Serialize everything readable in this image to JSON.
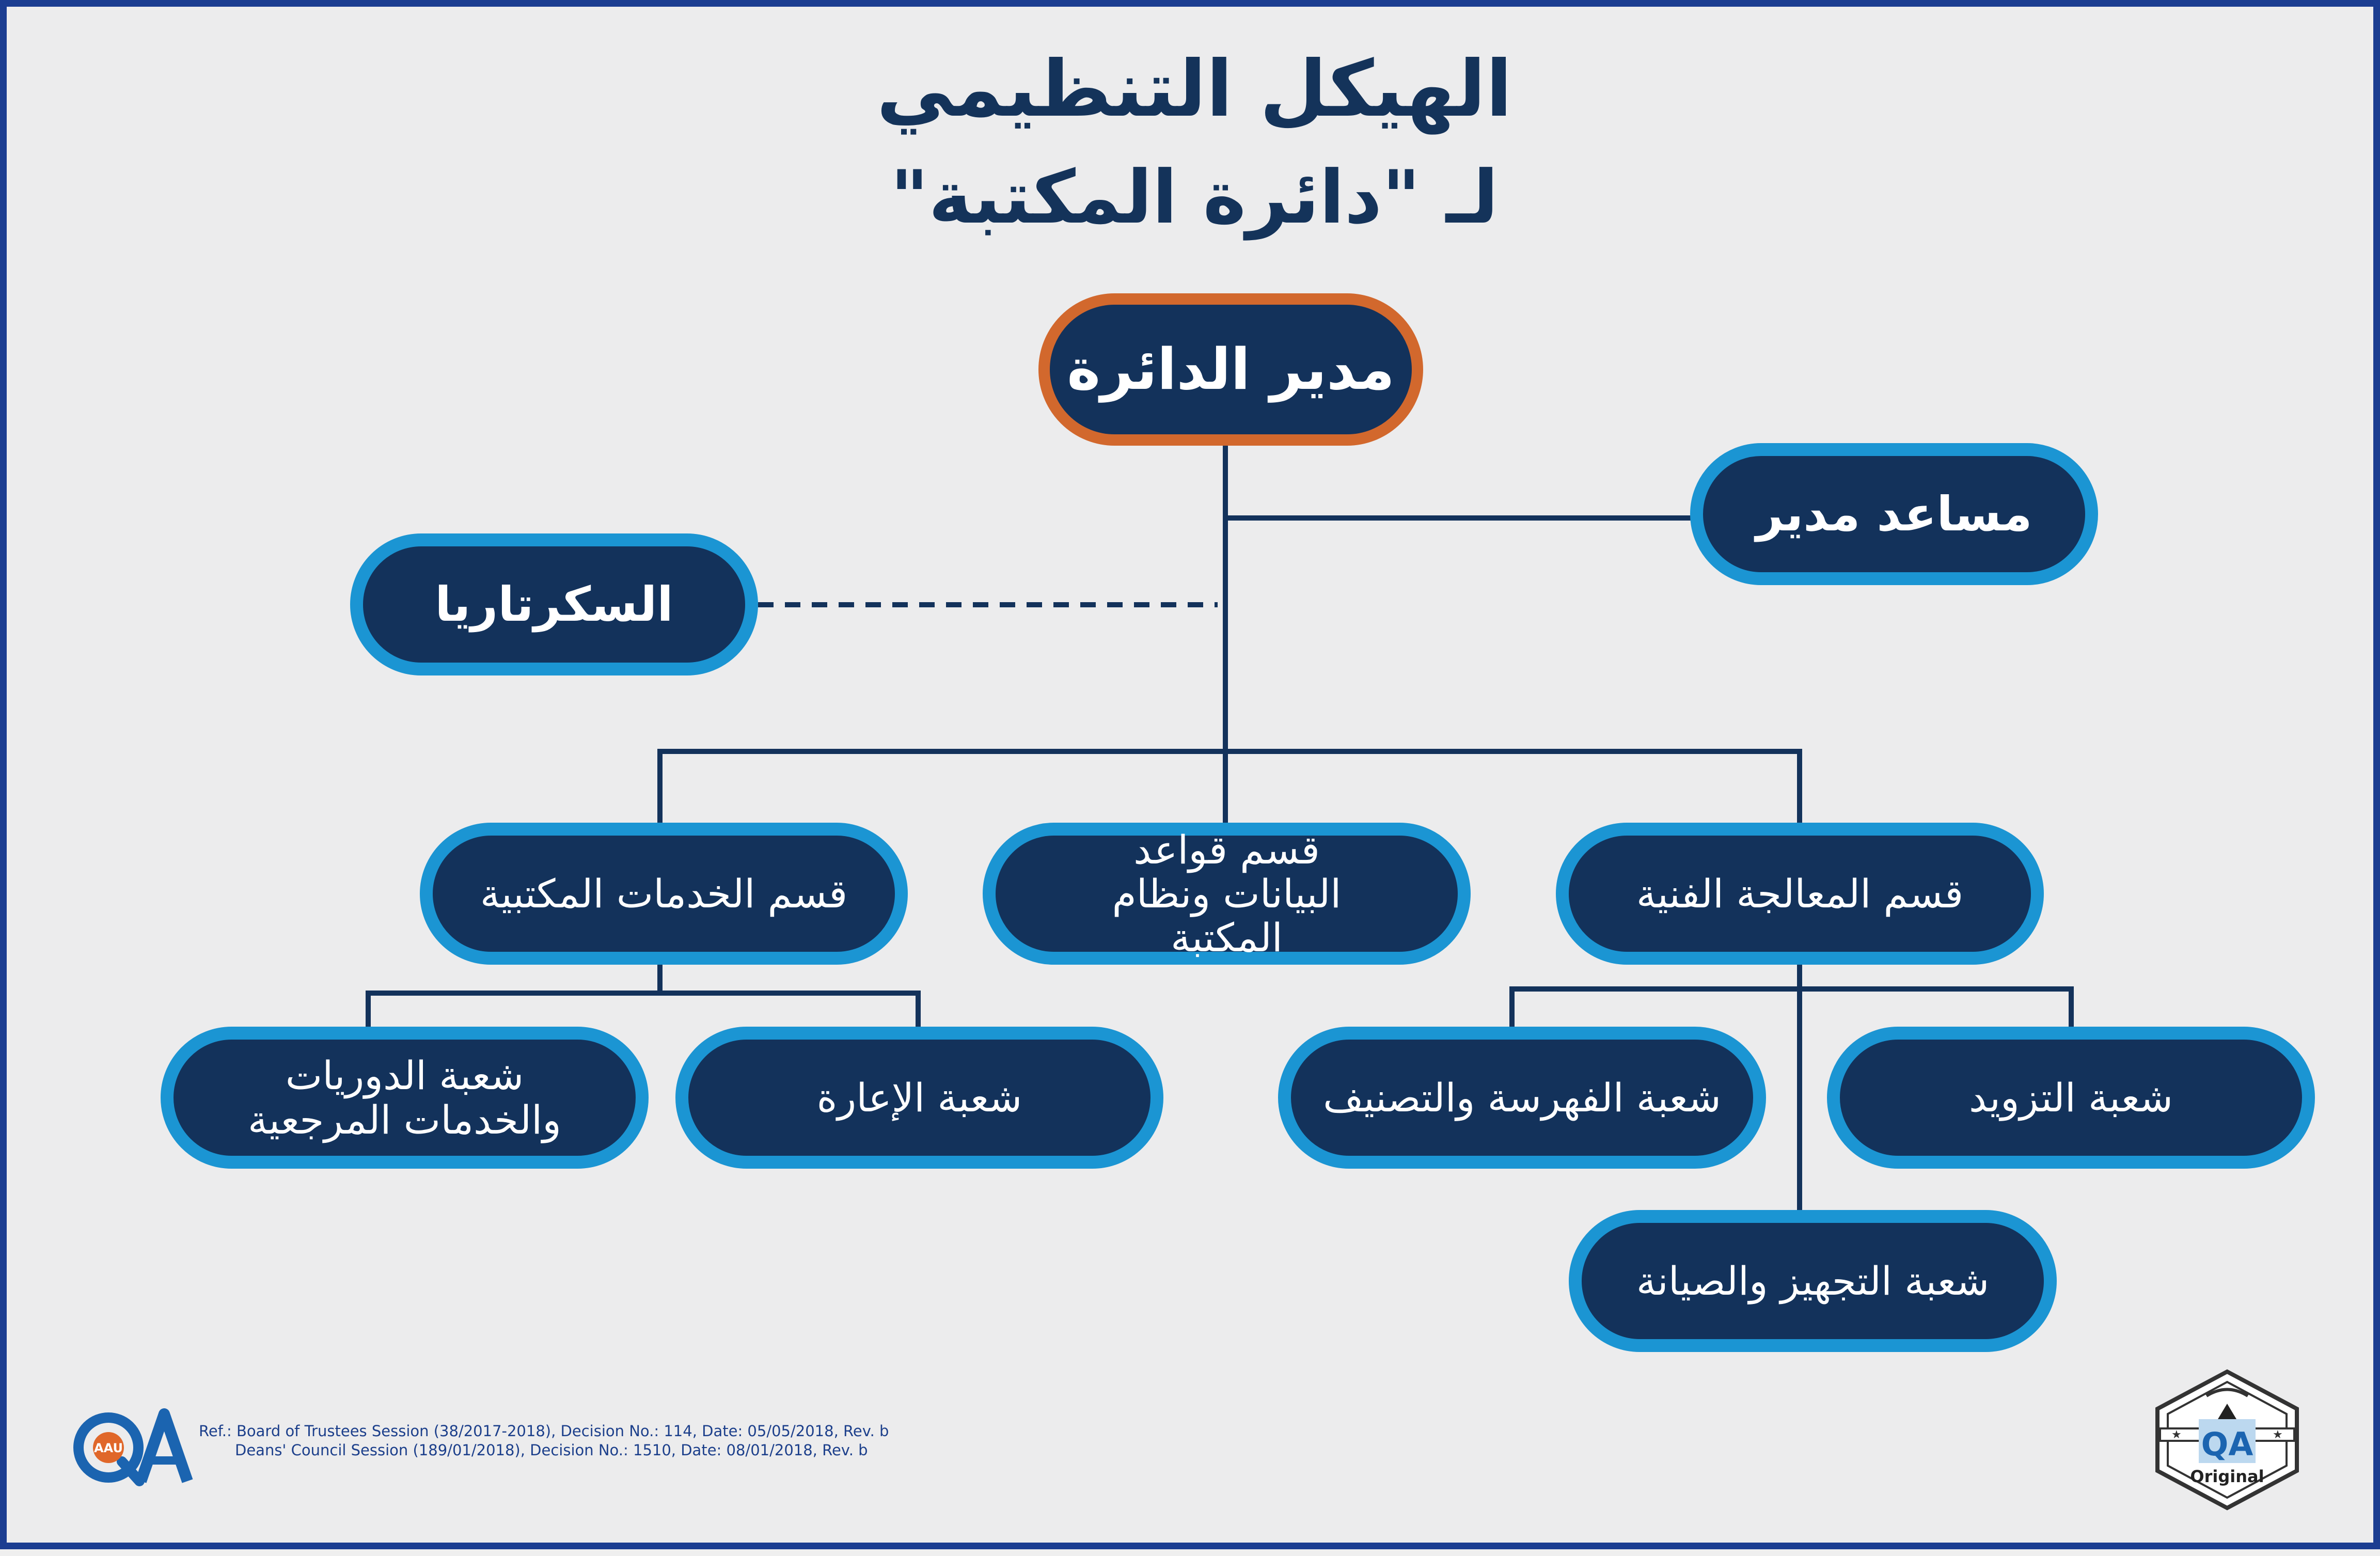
{
  "title": {
    "line1": "الهيكل التنظيمي",
    "line2": "لـ \"دائرة المكتبة\""
  },
  "nodes": {
    "director": "مدير الدائرة",
    "assistant": "مساعد مدير",
    "secretariat": "السكرتاريا",
    "technical_processing": "قسم المعالجة الفنية",
    "databases": "قسم قواعد البيانات ونظام المكتبة",
    "library_services": "قسم الخدمات المكتبية",
    "acquisition": "شعبة التزويد",
    "cataloging": "شعبة الفهرسة والتصنيف",
    "preparation": "شعبة التجهيز والصيانة",
    "circulation": "شعبة الإعارة",
    "periodicals": "شعبة الدوريات والخدمات المرجعية"
  },
  "footer": {
    "ref_line1": "Ref.: Board of Trustees Session (38/2017-2018), Decision No.: 114, Date: 05/05/2018, Rev. b",
    "ref_line2": "Deans' Council Session (189/01/2018), Decision No.: 1510, Date: 08/01/2018, Rev. b",
    "logo_left_text": "QA",
    "logo_left_sub": "AAU",
    "logo_right_text": "QA",
    "logo_right_sub": "Original"
  },
  "colors": {
    "node_fill": "#13325b",
    "node_border": "#1b95d3",
    "root_border": "#d2682d",
    "title": "#14335a",
    "connector": "#13325b",
    "frame": "#1b3d91",
    "logo_orange": "#e0672a"
  }
}
